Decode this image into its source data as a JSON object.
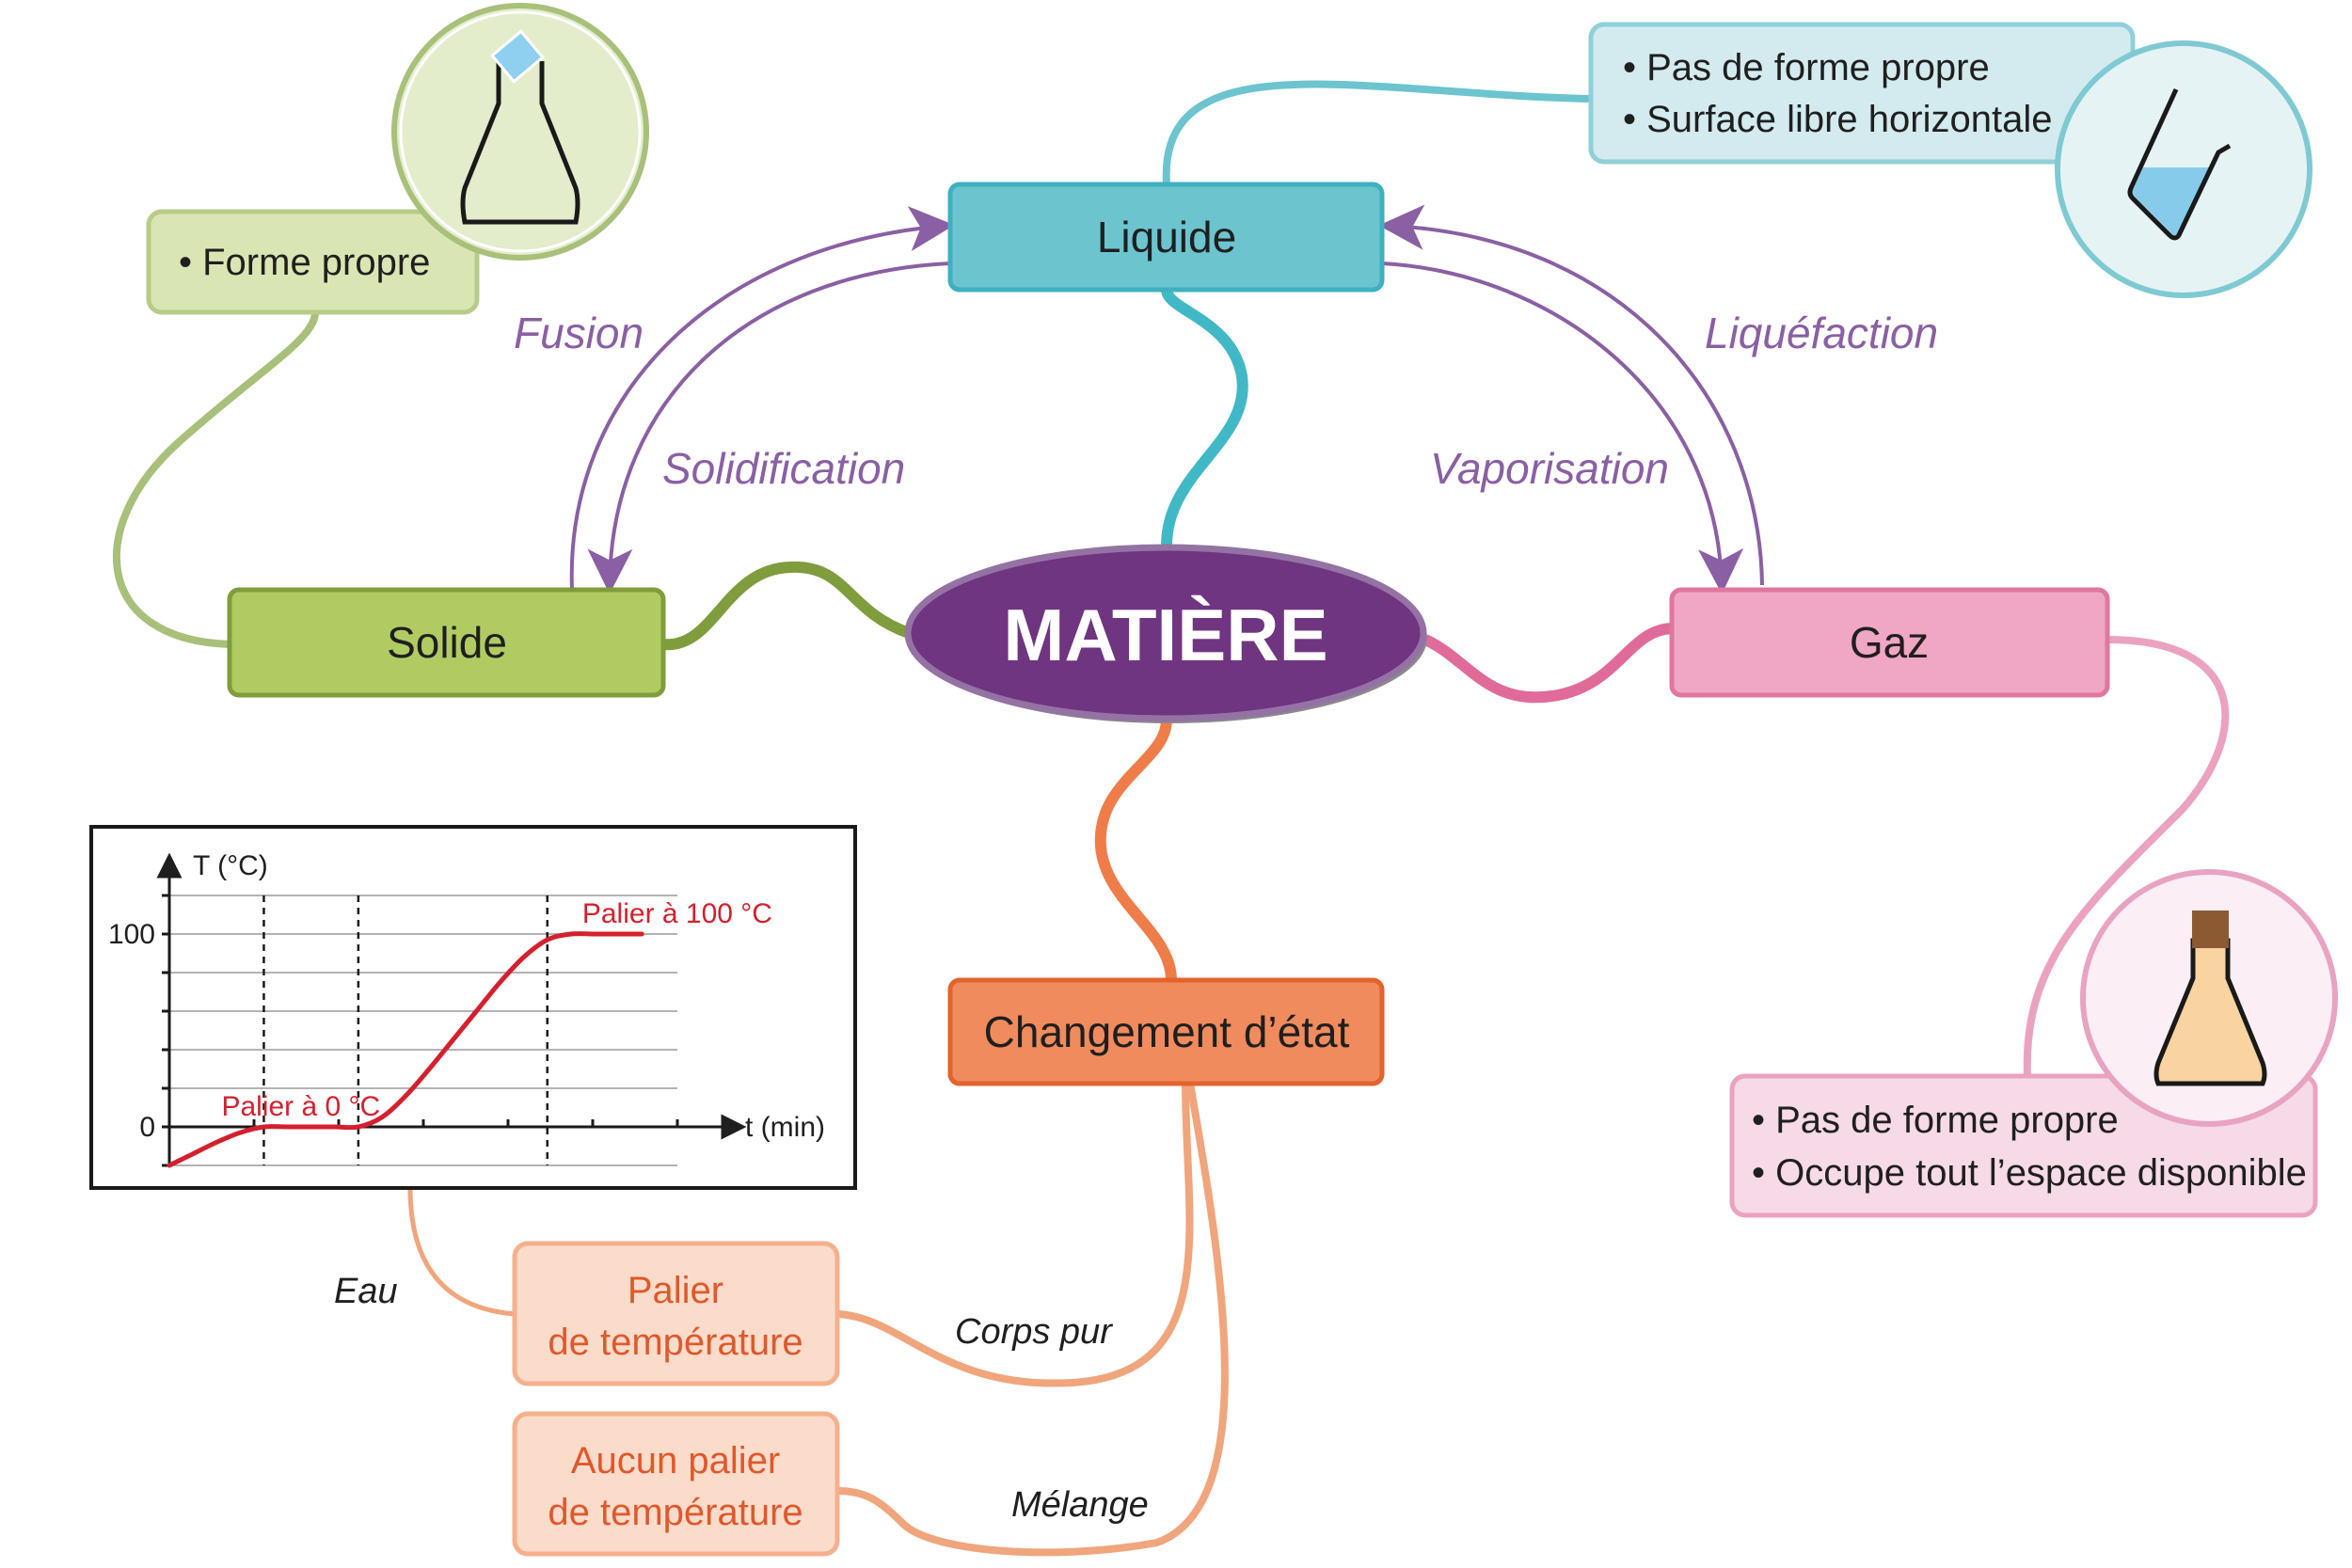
{
  "title": "MATIÈRE",
  "states": {
    "liquide": {
      "label": "Liquide",
      "color": "#6cc4cf",
      "border": "#4ab1bf",
      "properties": [
        "• Pas de forme propre",
        "• Surface libre horizontale"
      ],
      "icon": "beaker-with-water-icon"
    },
    "solide": {
      "label": "Solide",
      "color": "#b1cb63",
      "border": "#7f9d3d",
      "properties": [
        "• Forme propre"
      ],
      "icon": "flask-with-ice-cube-icon"
    },
    "gaz": {
      "label": "Gaz",
      "color": "#f0a6c5",
      "border": "#e0779f",
      "properties": [
        "• Pas de forme propre",
        "• Occupe tout l’espace disponible"
      ],
      "icon": "stoppered-flask-with-gas-icon"
    }
  },
  "transitions": {
    "fusion": "Fusion",
    "solidification": "Solidification",
    "liquefaction": "Liquéfaction",
    "vaporisation": "Vaporisation"
  },
  "change": {
    "label": "Changement d’état",
    "color": "#f08b5e",
    "branches": [
      {
        "edge_label": "Corps pur",
        "box_lines": [
          "Palier",
          "de température"
        ]
      },
      {
        "edge_label": "Mélange",
        "box_lines": [
          "Aucun palier",
          "de température"
        ]
      }
    ],
    "example_label": "Eau"
  },
  "colors": {
    "center": "#6f3581",
    "center_border": "#9473a4",
    "arrow": "#8a5fa3",
    "change_link": "#f0a57c",
    "curve": "#d4202e"
  },
  "chart_data": {
    "type": "line",
    "title": "",
    "xlabel": "t (min)",
    "ylabel": "T (°C)",
    "yticks": [
      0,
      100
    ],
    "ylim": [
      -20,
      130
    ],
    "xlim": [
      0,
      12
    ],
    "grid": true,
    "x": [
      0,
      0.5,
      1,
      1.5,
      2,
      2.5,
      3,
      3.5,
      4,
      4.5,
      5,
      5.5,
      6,
      6.5,
      7,
      7.5,
      8,
      8.5,
      9,
      9.5,
      10
    ],
    "series": [
      {
        "name": "Eau",
        "values": [
          -20,
          -14,
          -8,
          -3,
          0,
          0,
          0,
          0,
          0,
          5,
          16,
          30,
          45,
          60,
          75,
          88,
          97,
          100,
          100,
          100,
          100
        ]
      }
    ],
    "annotations": [
      {
        "text": "Palier à 0 °C",
        "x": 2,
        "y": 0
      },
      {
        "text": "Palier à 100 °C",
        "x": 8.5,
        "y": 100
      }
    ],
    "dashed_verticals_x": [
      2,
      4,
      8
    ]
  }
}
